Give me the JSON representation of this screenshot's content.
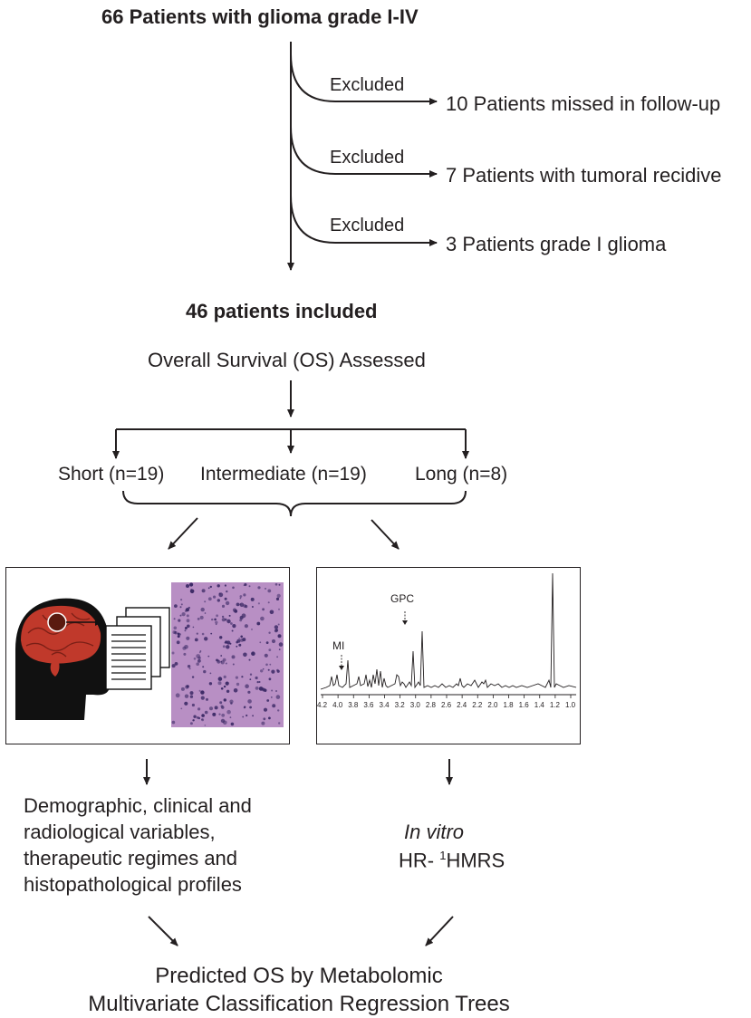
{
  "title": "66 Patients with glioma grade I-IV",
  "exclusions": [
    {
      "label": "Excluded",
      "detail": "10 Patients missed  in follow-up"
    },
    {
      "label": "Excluded",
      "detail": "7 Patients with tumoral recidive"
    },
    {
      "label": "Excluded",
      "detail": "3 Patients grade I glioma"
    }
  ],
  "included": "46 patients included",
  "assessment": "Overall Survival (OS) Assessed",
  "groups": [
    "Short (n=19)",
    "Intermediate (n=19)",
    "Long (n=8)"
  ],
  "spectrum": {
    "peak_labels": [
      "GPC",
      "MI"
    ],
    "axis_ticks": [
      "4.2",
      "4.0",
      "3.8",
      "3.6",
      "3.4",
      "3.2",
      "3.0",
      "2.8",
      "2.6",
      "2.4",
      "2.2",
      "2.0",
      "1.8",
      "1.6",
      "1.4",
      "1.2",
      "1.0"
    ]
  },
  "left_output": [
    "Demographic, clinical and",
    "radiological variables,",
    "therapeutic regimes and",
    "histopathological profiles"
  ],
  "right_output": {
    "line1": "In vitro",
    "line2_prefix": "HR- ",
    "superscript": "1",
    "line2_suffix": "HMRS"
  },
  "final": [
    "Predicted OS by Metabolomic",
    "Multivariate Classification Regression Trees"
  ],
  "colors": {
    "ink": "#231f20",
    "brain": "#c0392b",
    "tissue": "#b88fc4"
  }
}
